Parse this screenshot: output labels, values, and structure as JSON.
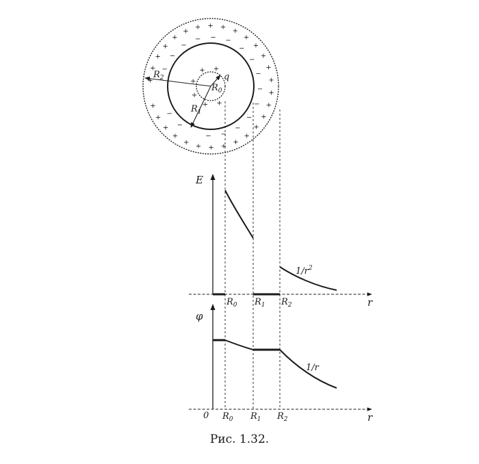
{
  "caption": "Рис. 1.32.",
  "sphere": {
    "charge_label": "q",
    "r0_label": "R",
    "r0_sub": "0",
    "r1_label": "R",
    "r1_sub": "1",
    "r2_label": "R",
    "r2_sub": "2",
    "plus": "+",
    "minus": "−"
  },
  "e_graph": {
    "y_label": "E",
    "x_label": "r",
    "ticks": [
      {
        "main": "R",
        "sub": "0"
      },
      {
        "main": "R",
        "sub": "1"
      },
      {
        "main": "R",
        "sub": "2"
      }
    ],
    "curve_label_main": "1/r",
    "curve_label_sup": "2"
  },
  "phi_graph": {
    "y_label": "φ",
    "x_label": "r",
    "origin_label": "0",
    "ticks": [
      {
        "main": "R",
        "sub": "0"
      },
      {
        "main": "R",
        "sub": "1"
      },
      {
        "main": "R",
        "sub": "2"
      }
    ],
    "curve_label": "1/r"
  },
  "colors": {
    "ink": "#1a1a1a"
  }
}
